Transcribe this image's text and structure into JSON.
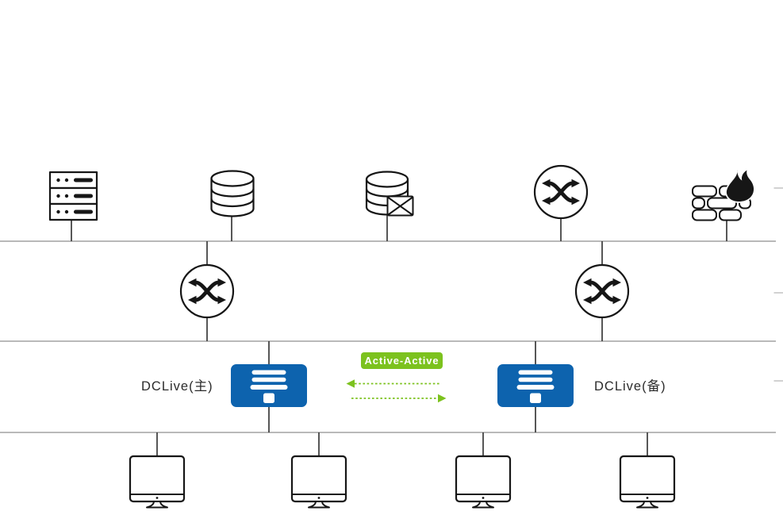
{
  "colors": {
    "accent_green": "#7cc21e",
    "device_blue": "#0d63ae",
    "bus_line_gray": "#8f8f8f",
    "connector_dark": "#3a3a3a",
    "icon_ink": "#161616",
    "label_text": "#2b2b2b"
  },
  "diagram": {
    "bus_lines": 3,
    "top_row_icons": [
      "server-rack-icon",
      "database-icon",
      "database-mail-icon",
      "router-switch-icon",
      "firewall-icon"
    ],
    "distribution_switch_icons": [
      "router-switch-icon",
      "router-switch-icon"
    ],
    "dclive_primary": {
      "label": "DCLive(主)",
      "icon": "server-appliance-icon"
    },
    "dclive_standby": {
      "label": "DCLive(备)",
      "icon": "server-appliance-icon"
    },
    "replication": {
      "badge_label": "Active-Active",
      "arrow_directions": [
        "left",
        "right"
      ],
      "line_style": "dashed"
    },
    "workstation_icons": [
      "monitor-icon",
      "monitor-icon",
      "monitor-icon",
      "monitor-icon"
    ]
  }
}
